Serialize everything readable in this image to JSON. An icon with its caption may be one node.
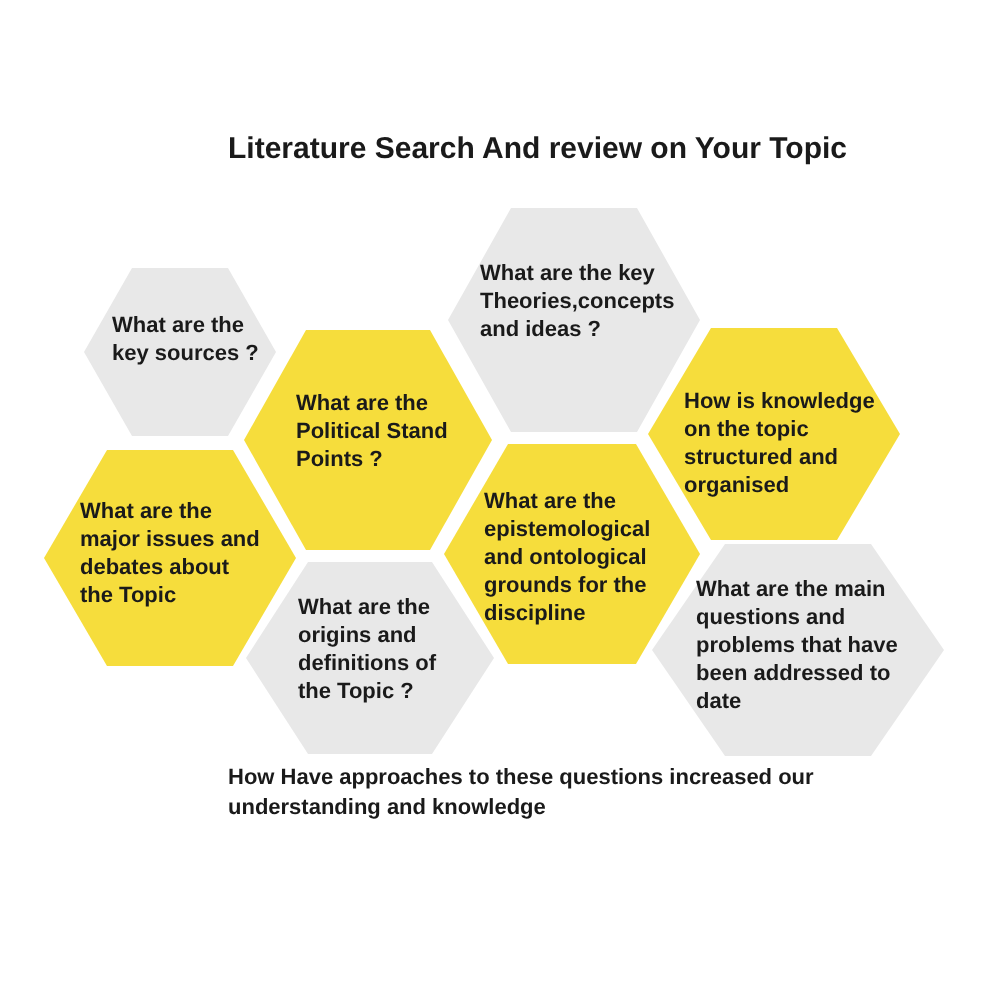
{
  "diagram": {
    "title": "Literature Search And review on Your Topic",
    "nodes": [
      {
        "text": [
          "What are the key sources ?"
        ]
      },
      {
        "text": [
          "What are the key Theories,concepts and ideas ?"
        ]
      },
      {
        "text": [
          "What are the Political Stand Points ?"
        ]
      },
      {
        "text": [
          "How is knowledge on the topic structured and organised"
        ]
      },
      {
        "text": [
          "What are the major issues and debates about the Topic"
        ]
      },
      {
        "text": [
          "What are the epistemological and ontological grounds for the discipline"
        ]
      },
      {
        "text": [
          "What are the origins and definitions of the Topic ?"
        ]
      },
      {
        "text": [
          "What are the main questions and problems that have been addressed to date"
        ]
      }
    ],
    "labels": [
      "How Have approaches to these questions increased our understanding and knowledge"
    ]
  }
}
